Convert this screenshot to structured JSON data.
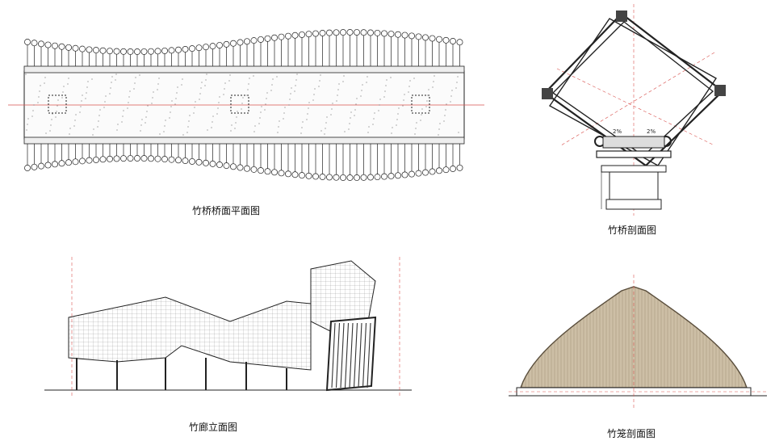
{
  "captions": {
    "plan": "竹桥桥面平面图",
    "section": "竹桥剖面图",
    "elevation": "竹廊立面图",
    "dome": "竹笼剖面图"
  },
  "section_labels": {
    "slope_left": "2%",
    "slope_right": "2%"
  },
  "colors": {
    "line": "#222222",
    "red_axis": "#d9534f",
    "dome_fill": "#cdbfa6",
    "dome_stroke": "#5a4e3c"
  }
}
